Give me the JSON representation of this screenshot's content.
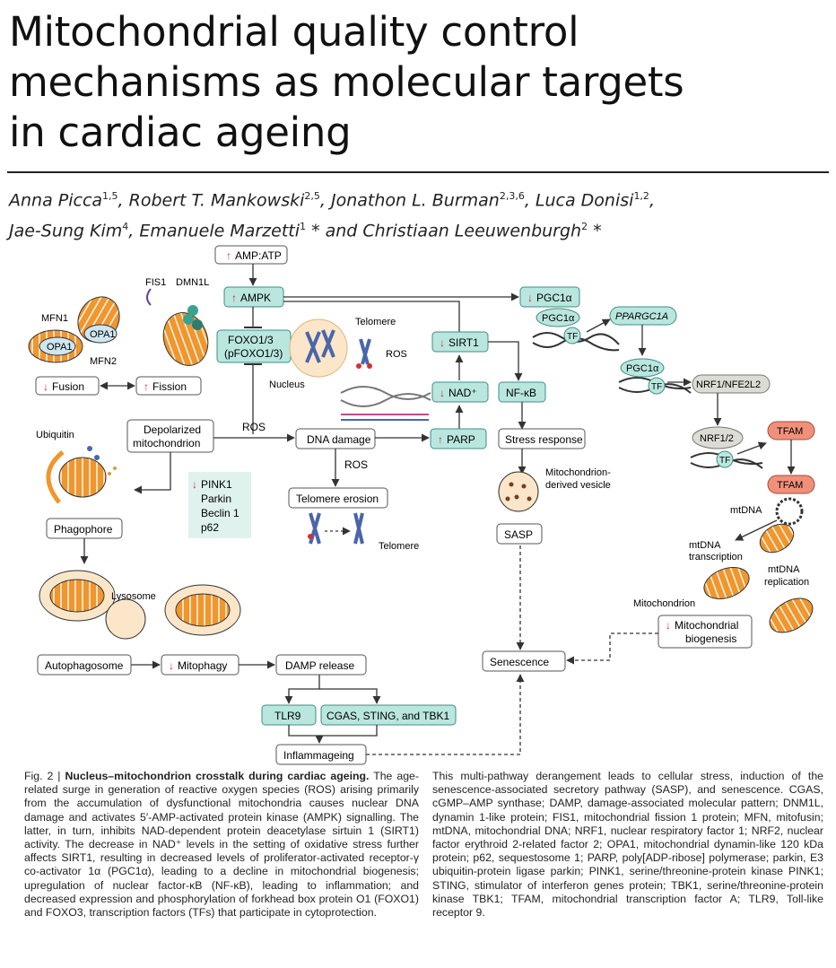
{
  "title_lines": [
    "Mitochondrial quality control",
    "mechanisms as molecular targets",
    "in cardiac ageing"
  ],
  "authors": [
    {
      "name": "Anna Picca",
      "sup": "1,5"
    },
    {
      "name": "Robert T. Mankowski",
      "sup": "2,5"
    },
    {
      "name": "Jonathon L. Burman",
      "sup": "2,3,6"
    },
    {
      "name": "Luca Donisi",
      "sup": "1,2"
    },
    {
      "name": "Jae-Sung Kim",
      "sup": "4"
    },
    {
      "name": "Emanuele Marzetti",
      "sup": "1",
      "mark": " *"
    },
    {
      "name": "Christiaan Leeuwenburgh",
      "sup": "2",
      "mark": " *"
    }
  ],
  "figure": {
    "arrow_down": "↓",
    "arrow_up": "↑",
    "amp_atp": "AMP:ATP",
    "ampk": "AMPK",
    "pgc1a_top": "PGC1α",
    "fis1": "FIS1",
    "dmn1l": "DMN1L",
    "mfn1": "MFN1",
    "mfn2": "MFN2",
    "opa1": "OPA1",
    "foxo_line1": "FOXO1/3",
    "foxo_line2": "(pFOXO1/3)",
    "telomere": "Telomere",
    "nucleus": "Nucleus",
    "ros": "ROS",
    "sirt1": "SIRT1",
    "nad": "NAD⁺",
    "nfkb": "NF-κB",
    "pgc1a": "PGC1α",
    "tf": "TF",
    "ppargc1a": "PPARGC1A",
    "nrf_nfe": "NRF1/NFE2L2",
    "fusion": "Fusion",
    "fission": "Fission",
    "ubiquitin": "Ubiquitin",
    "depol_line1": "Depolarized",
    "depol_line2": "mitochondrion",
    "dna_damage": "DNA damage",
    "parp": "PARP",
    "stress_response": "Stress response",
    "nrf12": "NRF1/2",
    "tfam": "TFAM",
    "pink_list": [
      "PINK1",
      "Parkin",
      "Beclin 1",
      "p62"
    ],
    "telomere_erosion": "Telomere erosion",
    "mdv_line1": "Mitochondrion-",
    "mdv_line2": "derived vesicle",
    "sasp": "SASP",
    "mtdna": "mtDNA",
    "mtdna_transcription_line1": "mtDNA",
    "mtdna_transcription_line2": "transcription",
    "mtdna_replication_line1": "mtDNA",
    "mtdna_replication_line2": "replication",
    "phagophore": "Phagophore",
    "lysosome": "Lysosome",
    "mitochondrion": "Mitochondrion",
    "mito_biogenesis_line1": "Mitochondrial",
    "mito_biogenesis_line2": "biogenesis",
    "autophagosome": "Autophagosome",
    "mitophagy": "Mitophagy",
    "damp_release": "DAMP release",
    "senescence": "Senescence",
    "tlr9": "TLR9",
    "cgas": "CGAS, STING, and TBK1",
    "inflammageing": "Inflammageing"
  },
  "caption_left_lead": "Fig. 2 | ",
  "caption_left_bold": "Nucleus–mitochondrion crosstalk during cardiac ageing.",
  "caption_left_body": " The age-related surge in generation of reactive oxygen species (ROS) arising primarily from the accumulation of dysfunctional mitochondria causes nuclear DNA damage and activates 5′-AMP-activated protein kinase (AMPK) signalling. The latter, in turn, inhibits NAD-dependent protein deacetylase sirtuin 1 (SIRT1) activity. The decrease in NAD⁺ levels in the setting of oxidative stress further affects SIRT1, resulting in decreased levels of proliferator-activated receptor-γ co-activator 1α (PGC1α), leading to a decline in mitochondrial biogenesis; upregulation of nuclear factor-κB (NF-κB), leading to inflammation; and decreased expression and phosphorylation of forkhead box protein O1 (FOXO1) and FOXO3, transcription factors (TFs) that participate in cytoprotection.",
  "caption_right": "This multi-pathway derangement leads to cellular stress, induction of the senescence-associated secretory pathway (SASP), and senescence. CGAS, cGMP–AMP synthase; DAMP, damage-associated molecular pattern; DNM1L, dynamin 1-like protein; FIS1, mitochondrial fission 1 protein; MFN, mitofusin; mtDNA, mitochondrial DNA; NRF1, nuclear respiratory factor 1; NRF2, nuclear factor erythroid 2-related factor 2; OPA1, mitochondrial dynamin-like 120 kDa protein; p62, sequestosome 1; PARP, poly[ADP-ribose] polymerase; parkin, E3 ubiquitin-protein ligase parkin; PINK1, serine/threonine-protein kinase PINK1; STING, stimulator of interferon genes protein; TBK1, serine/threonine-protein kinase TBK1; TFAM, mitochondrial transcription factor A; TLR9, Toll-like receptor 9.",
  "colors": {
    "teal_box": "#b9e6df",
    "teal_stroke": "#3f8f85",
    "grey_box": "#ffffff",
    "red_arrow": "#d3322a",
    "mito_orange": "#f0962d",
    "salmon": "#f0907a",
    "nucleus": "#fbe6c9"
  }
}
